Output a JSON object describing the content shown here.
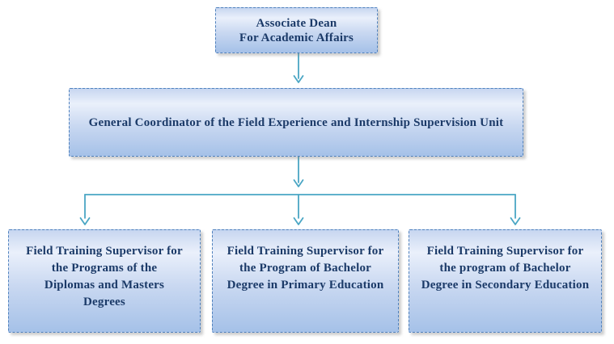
{
  "diagram": {
    "type": "org-chart",
    "nodes": {
      "associate_dean": {
        "id": "associate-dean",
        "level": 1,
        "label": "Associate Dean\nFor Academic Affairs"
      },
      "general_coordinator": {
        "id": "general-coordinator",
        "level": 2,
        "label": "General Coordinator of the Field Experience and Internship Supervision Unit"
      },
      "supervisor_diplomas_masters": {
        "id": "supervisor-diplomas-masters",
        "level": 3,
        "label": "Field Training Supervisor for\nthe Programs of the\nDiplomas and Masters\nDegrees"
      },
      "supervisor_bachelor_primary": {
        "id": "supervisor-bachelor-primary",
        "level": 3,
        "label": "Field Training Supervisor for\nthe Program of Bachelor\nDegree in Primary Education"
      },
      "supervisor_bachelor_secondary": {
        "id": "supervisor-bachelor-secondary",
        "level": 3,
        "label": "Field Training Supervisor for\nthe program of Bachelor\nDegree in Secondary Education"
      }
    },
    "edges": [
      {
        "from": "associate-dean",
        "to": "general-coordinator",
        "style": "arrow-down"
      },
      {
        "from": "general-coordinator",
        "to": "supervisor-diplomas-masters",
        "style": "elbow-arrow-down"
      },
      {
        "from": "general-coordinator",
        "to": "supervisor-bachelor-primary",
        "style": "elbow-arrow-down"
      },
      {
        "from": "general-coordinator",
        "to": "supervisor-bachelor-secondary",
        "style": "elbow-arrow-down"
      }
    ]
  },
  "colors": {
    "border_color": "#4f81bd",
    "arrow_color": "#4aa6c4",
    "text_color": "#1b3a68",
    "fill_top": "#c7d6f0",
    "fill_light": "#eaf0fb",
    "fill_mid": "#c9d8f1",
    "fill_bottom": "#a5c1e8"
  }
}
